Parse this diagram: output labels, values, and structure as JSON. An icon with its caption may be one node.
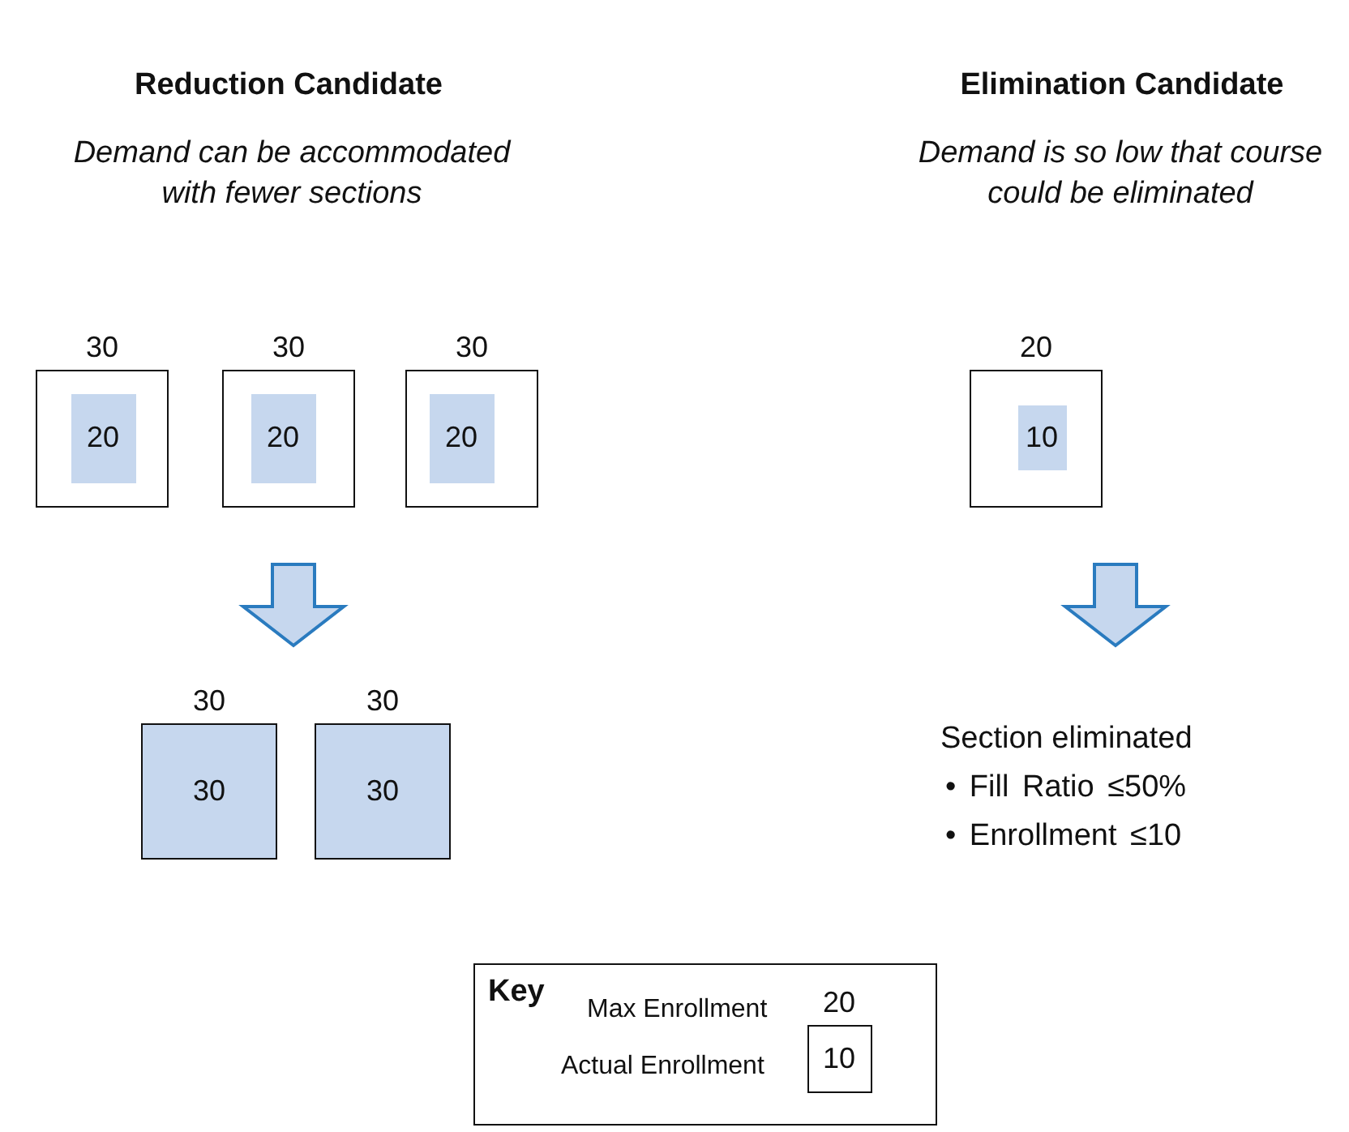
{
  "diagram": {
    "nodes": [
      {
        "text": [
          "30"
        ]
      },
      {
        "text": [
          "20"
        ],
        "in": 0
      },
      {
        "text": [
          "30"
        ]
      },
      {
        "text": [
          "20"
        ],
        "in": 2
      },
      {
        "text": [
          "30"
        ]
      },
      {
        "text": [
          "20"
        ],
        "in": 4
      },
      {
        "text": [
          "30",
          "30"
        ]
      },
      {
        "text": [
          "30",
          "30"
        ]
      },
      {
        "text": [
          "20"
        ]
      },
      {
        "text": [
          "10"
        ],
        "in": 8
      },
      {
        "text": [
          "Key"
        ]
      },
      {
        "text": [
          "20",
          "10"
        ],
        "in": 10
      }
    ],
    "labels": [
      "Reduction Candidate",
      "Elimination Candidate",
      "Demand can be accommodated with fewer sections",
      "Demand is so low that course could be eliminated",
      "Section eliminated",
      "• Fill Ratio ≤50%",
      "• Enrollment ≤10",
      "Max Enrollment",
      "Actual Enrollment"
    ]
  }
}
